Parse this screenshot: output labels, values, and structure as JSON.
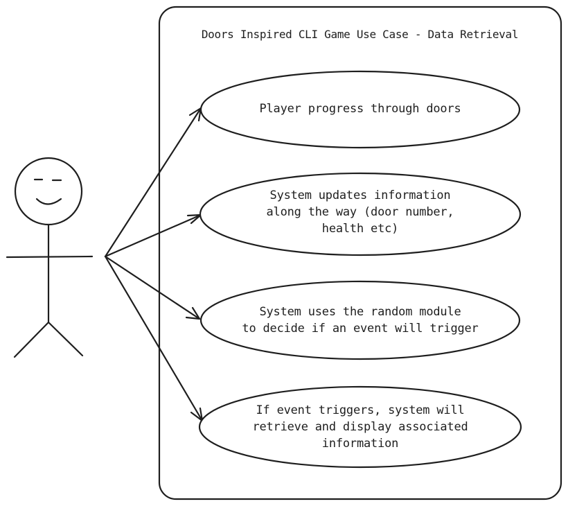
{
  "system": {
    "title": "Doors Inspired CLI Game Use Case - Data Retrieval"
  },
  "use_cases": [
    {
      "text": "Player progress through doors"
    },
    {
      "text": "System updates information\nalong the way (door number,\nhealth etc)"
    },
    {
      "text": "System uses the random module\nto decide if an event will trigger"
    },
    {
      "text": "If event triggers, system will\nretrieve and display associated\ninformation"
    }
  ]
}
